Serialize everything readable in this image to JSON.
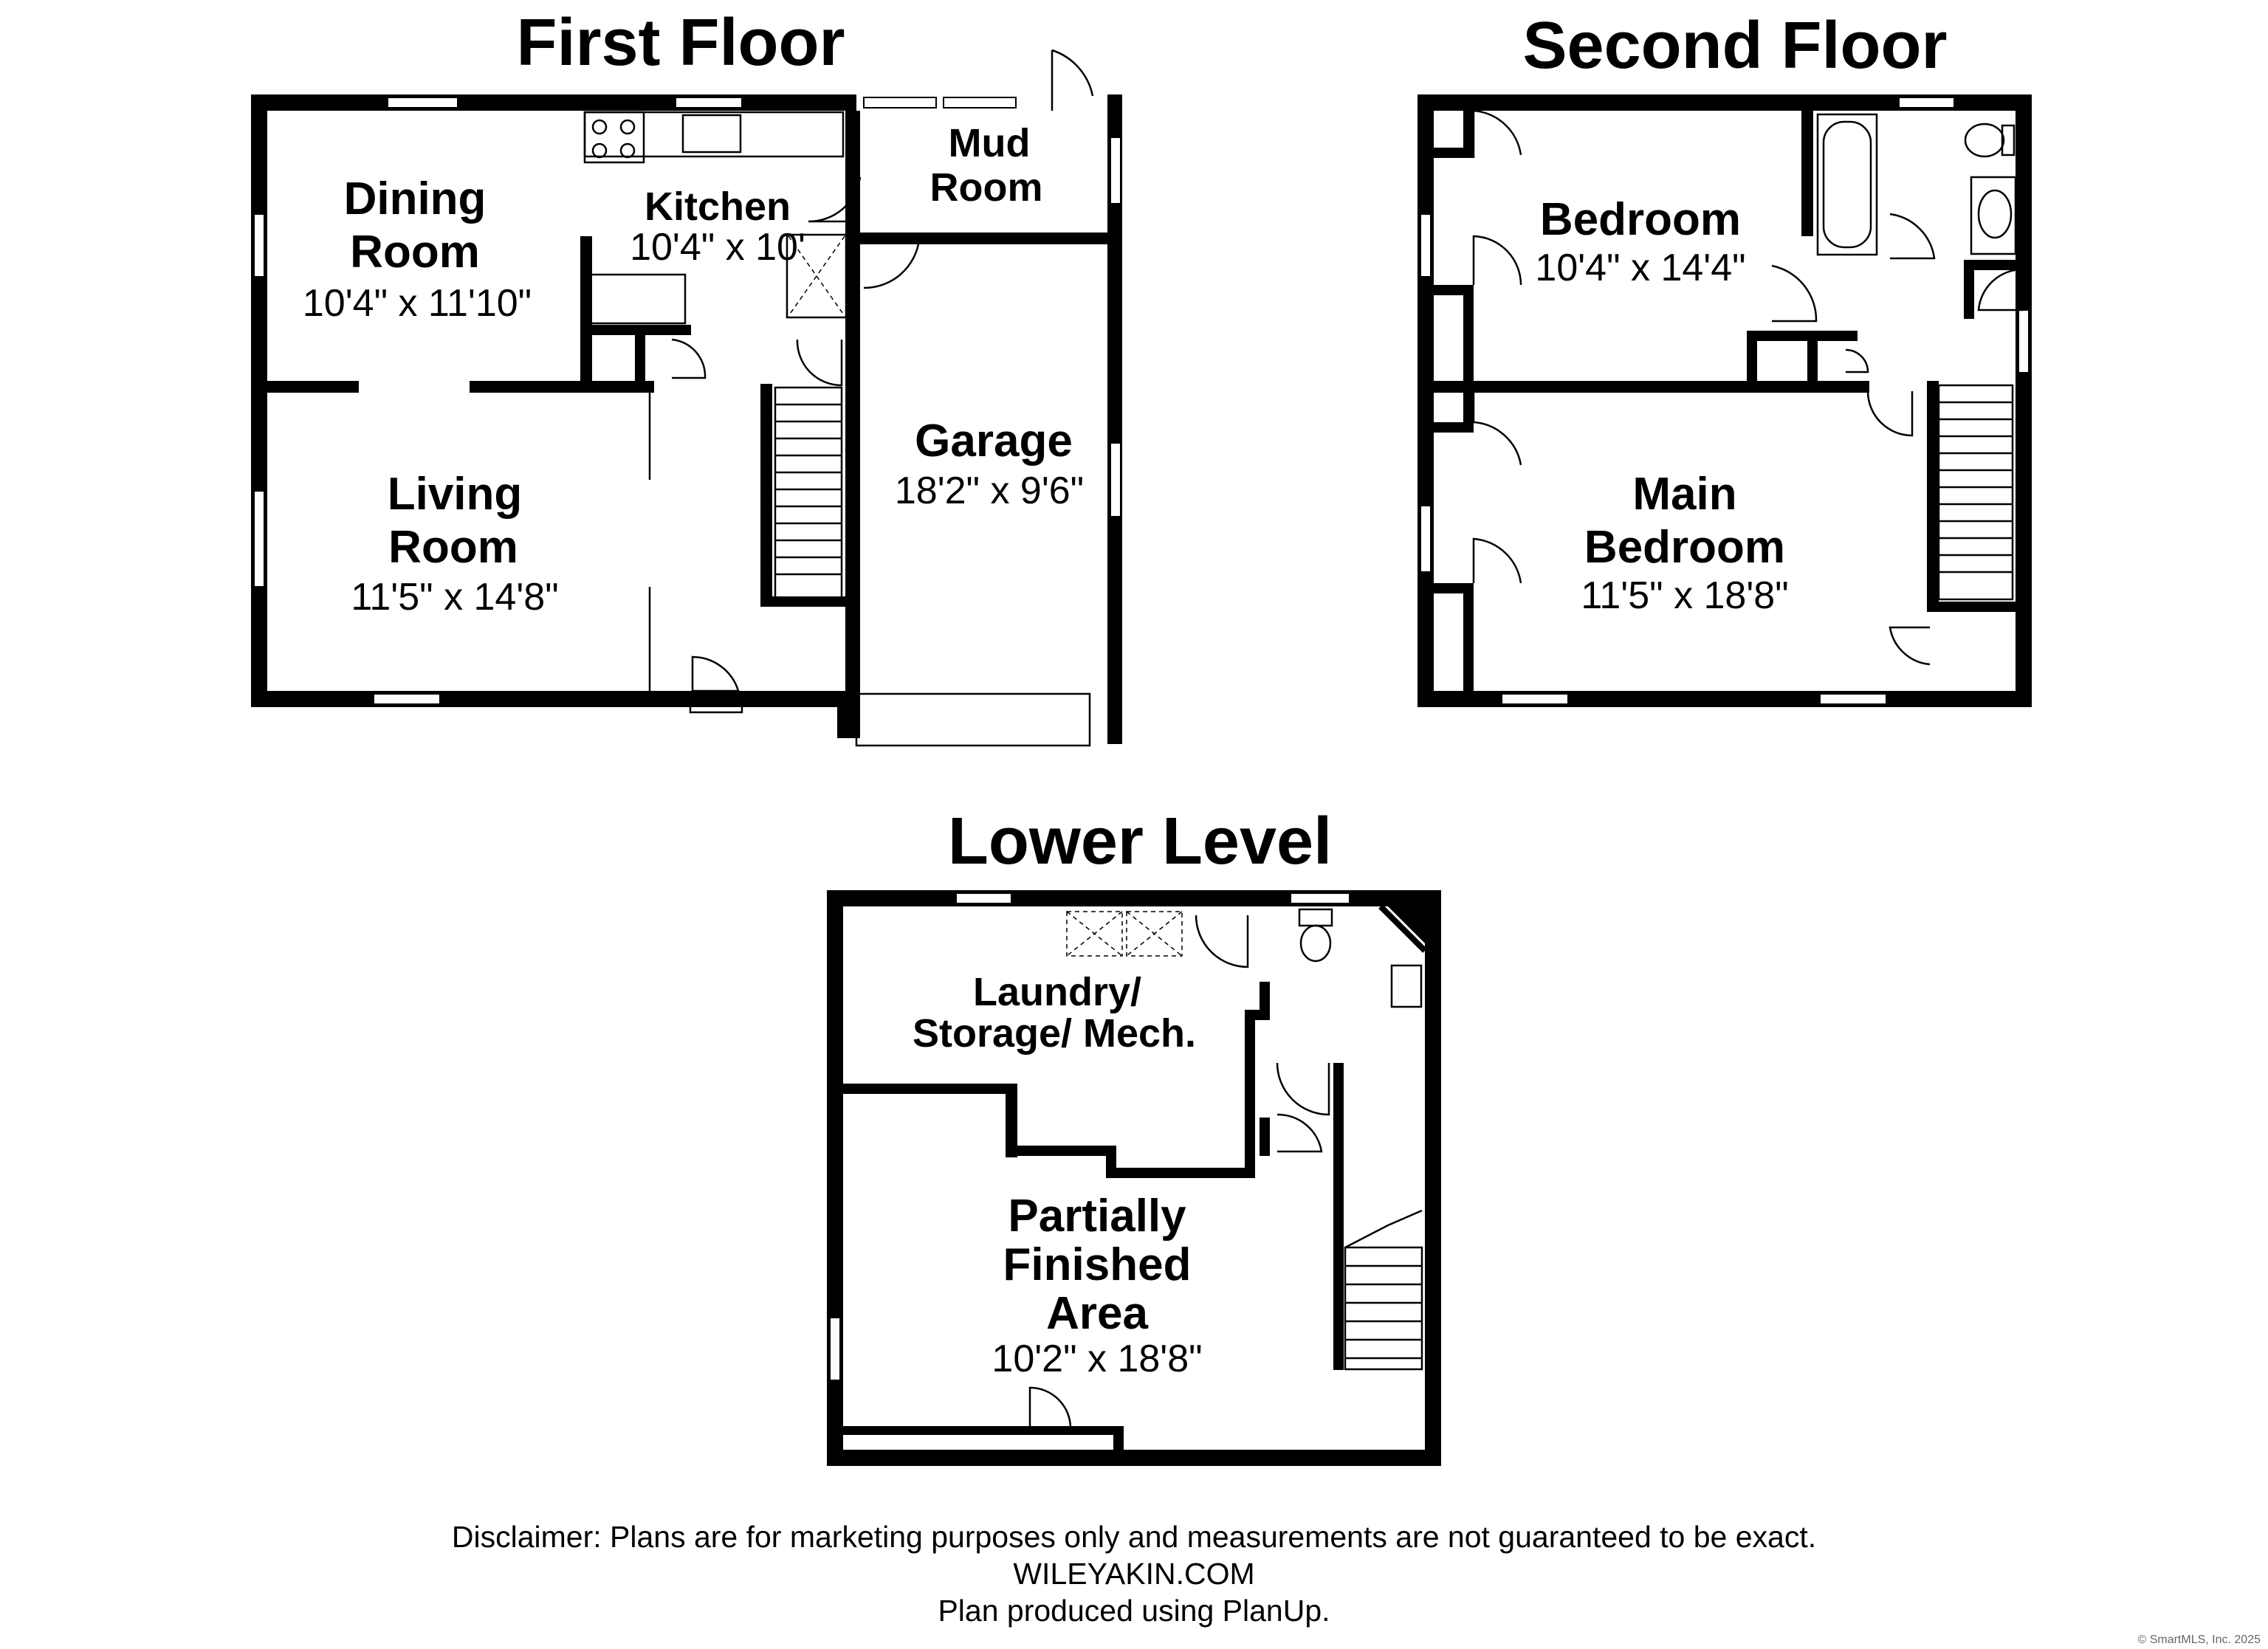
{
  "floors": {
    "first": {
      "title": "First Floor",
      "rooms": {
        "dining": {
          "name_line1": "Dining",
          "name_line2": "Room",
          "dims": "10'4\" x 11'10\""
        },
        "kitchen": {
          "name": "Kitchen",
          "dims": "10'4\" x 10'"
        },
        "mud": {
          "name_line1": "Mud",
          "name_line2": "Room"
        },
        "living": {
          "name_line1": "Living",
          "name_line2": "Room",
          "dims": "11'5\" x 14'8\""
        },
        "garage": {
          "name": "Garage",
          "dims": "18'2\" x 9'6\""
        }
      }
    },
    "second": {
      "title": "Second Floor",
      "rooms": {
        "bedroom": {
          "name": "Bedroom",
          "dims": "10'4\" x 14'4\""
        },
        "main": {
          "name_line1": "Main",
          "name_line2": "Bedroom",
          "dims": "11'5\" x 18'8\""
        }
      }
    },
    "lower": {
      "title": "Lower Level",
      "rooms": {
        "laundry": {
          "name_line1": "Laundry/",
          "name_line2": "Storage/ Mech."
        },
        "finished": {
          "name_line1": "Partially",
          "name_line2": "Finished",
          "name_line3": "Area",
          "dims": "10'2\" x 18'8\""
        }
      }
    }
  },
  "footer": {
    "disclaimer": "Disclaimer: Plans are for marketing purposes only and measurements are not guaranteed to be exact.",
    "website": "WILEYAKIN.COM",
    "produced": "Plan produced using PlanUp.",
    "copyright": "© SmartMLS, Inc. 2025"
  }
}
